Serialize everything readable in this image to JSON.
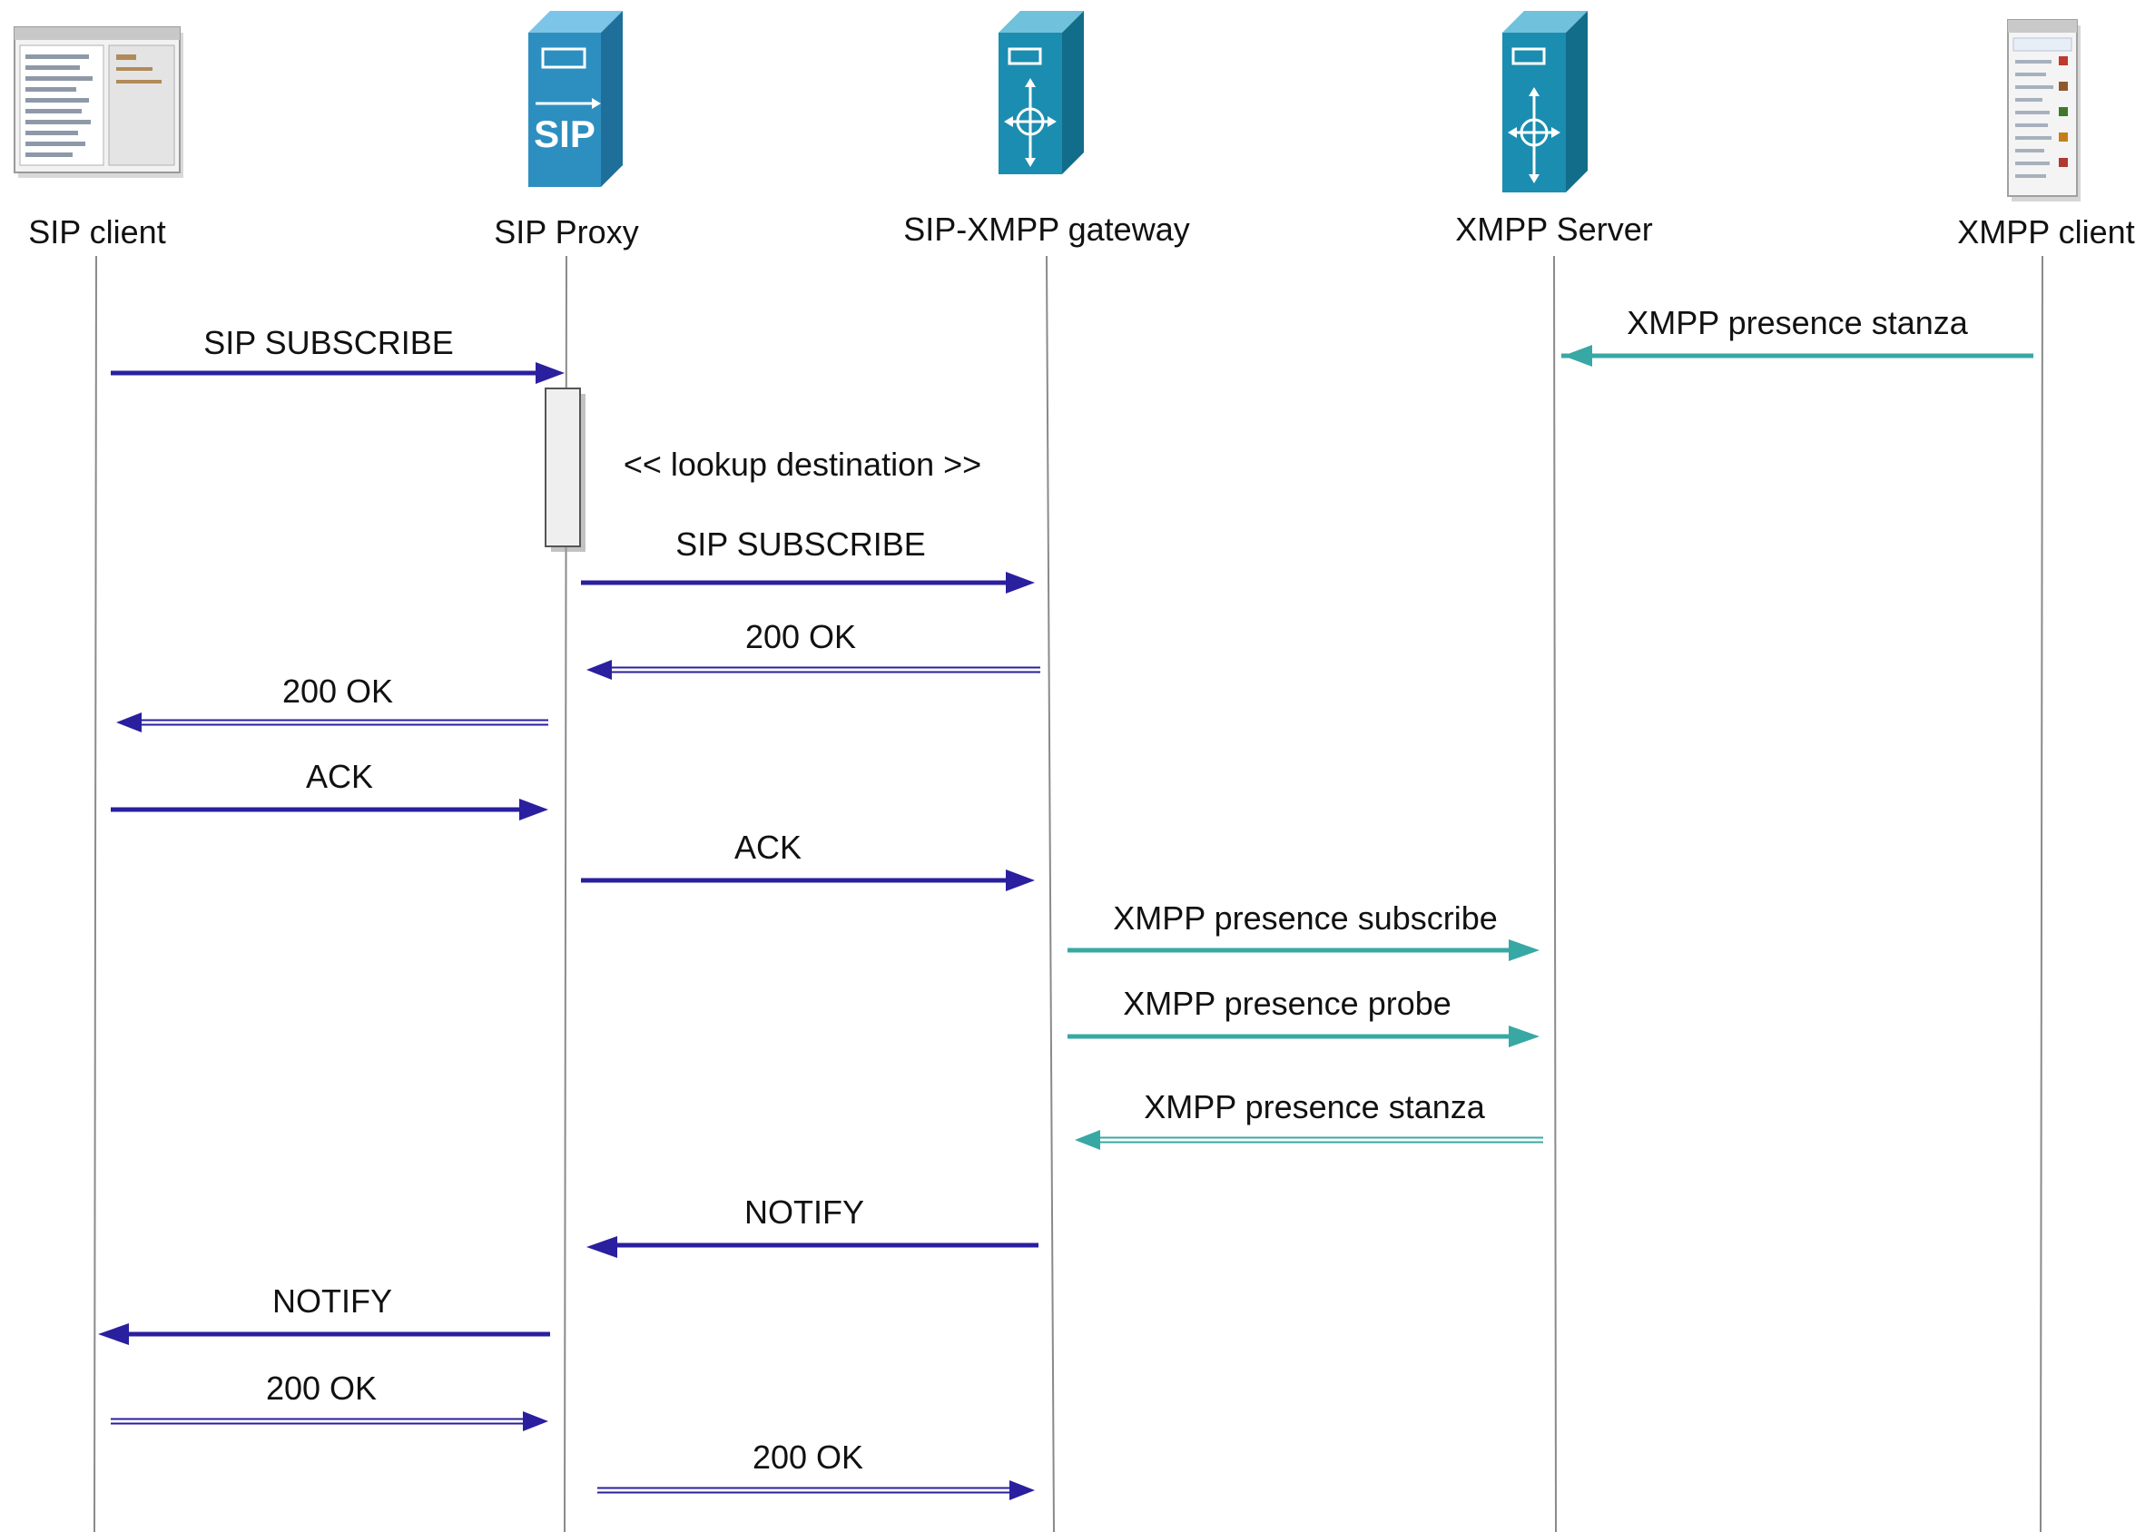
{
  "colors": {
    "sip": "#2a1f9e",
    "sip_light": "#9a94d8",
    "xmpp": "#38a8a4",
    "xmpp_light": "#a9d8d6",
    "lifeline": "#8a8a8a",
    "server_front": "#2d8fc0",
    "server_side": "#1e6f9a",
    "gateway_front": "#1b8db0",
    "gateway_side": "#126d8a"
  },
  "participants": [
    {
      "id": "sip_client",
      "label": "SIP client",
      "icon": "sip-client-window-icon"
    },
    {
      "id": "sip_proxy",
      "label": "SIP Proxy",
      "icon": "sip-server-icon",
      "icon_text": "SIP"
    },
    {
      "id": "gateway",
      "label": "SIP-XMPP gateway",
      "icon": "gateway-server-icon"
    },
    {
      "id": "xmpp_server",
      "label": "XMPP Server",
      "icon": "gateway-server-icon"
    },
    {
      "id": "xmpp_client",
      "label": "XMPP client",
      "icon": "xmpp-client-window-icon"
    }
  ],
  "note": {
    "label": "<< lookup destination >>"
  },
  "messages": [
    {
      "from": "xmpp_client",
      "to": "xmpp_server",
      "label": "XMPP presence stanza",
      "protocol": "xmpp",
      "style": "solid"
    },
    {
      "from": "sip_client",
      "to": "sip_proxy",
      "label": "SIP SUBSCRIBE",
      "protocol": "sip",
      "style": "solid"
    },
    {
      "from": "sip_proxy",
      "to": "gateway",
      "label": "SIP SUBSCRIBE",
      "protocol": "sip",
      "style": "solid"
    },
    {
      "from": "gateway",
      "to": "sip_proxy",
      "label": "200 OK",
      "protocol": "sip",
      "style": "hollow"
    },
    {
      "from": "sip_proxy",
      "to": "sip_client",
      "label": "200 OK",
      "protocol": "sip",
      "style": "hollow"
    },
    {
      "from": "sip_client",
      "to": "sip_proxy",
      "label": "ACK",
      "protocol": "sip",
      "style": "solid"
    },
    {
      "from": "sip_proxy",
      "to": "gateway",
      "label": "ACK",
      "protocol": "sip",
      "style": "solid"
    },
    {
      "from": "gateway",
      "to": "xmpp_server",
      "label": "XMPP presence subscribe",
      "protocol": "xmpp",
      "style": "solid"
    },
    {
      "from": "gateway",
      "to": "xmpp_server",
      "label": "XMPP presence probe",
      "protocol": "xmpp",
      "style": "solid"
    },
    {
      "from": "xmpp_server",
      "to": "gateway",
      "label": "XMPP presence stanza",
      "protocol": "xmpp",
      "style": "hollow"
    },
    {
      "from": "gateway",
      "to": "sip_proxy",
      "label": "NOTIFY",
      "protocol": "sip",
      "style": "solid"
    },
    {
      "from": "sip_proxy",
      "to": "sip_client",
      "label": "NOTIFY",
      "protocol": "sip",
      "style": "solid"
    },
    {
      "from": "sip_client",
      "to": "sip_proxy",
      "label": "200 OK",
      "protocol": "sip",
      "style": "hollow"
    },
    {
      "from": "sip_proxy",
      "to": "gateway",
      "label": "200 OK",
      "protocol": "sip",
      "style": "hollow"
    }
  ]
}
